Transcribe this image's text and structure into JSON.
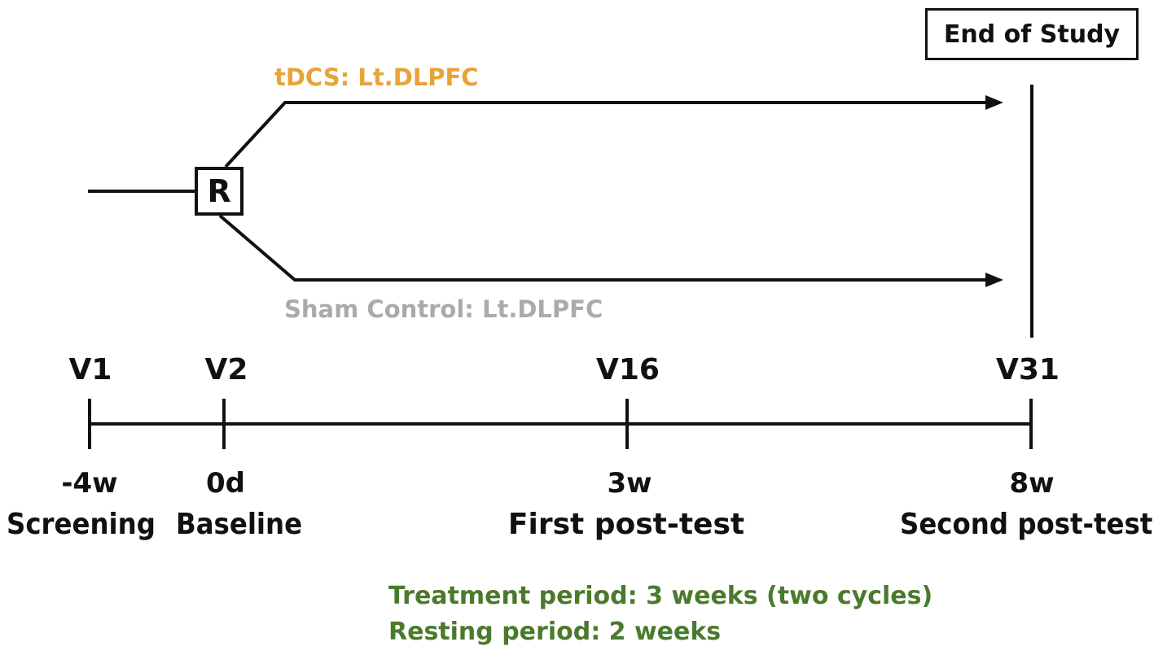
{
  "end_of_study": "End of Study",
  "randomization_label": "R",
  "arms": {
    "active": {
      "label": "tDCS: Lt.DLPFC",
      "color": "#E8A33A"
    },
    "sham": {
      "label": "Sham Control: Lt.DLPFC",
      "color": "#AAAAAA"
    }
  },
  "visits": [
    {
      "visit": "V1",
      "time": "-4w",
      "phase": "Screening"
    },
    {
      "visit": "V2",
      "time": "0d",
      "phase": "Baseline"
    },
    {
      "visit": "V16",
      "time": "3w",
      "phase": "First post-test"
    },
    {
      "visit": "V31",
      "time": "8w",
      "phase": "Second post-test"
    }
  ],
  "notes": {
    "treatment": "Treatment period: 3 weeks (two cycles)",
    "resting": "Resting period: 2 weeks",
    "color": "#4A7A2C"
  },
  "line_color": "#111111"
}
